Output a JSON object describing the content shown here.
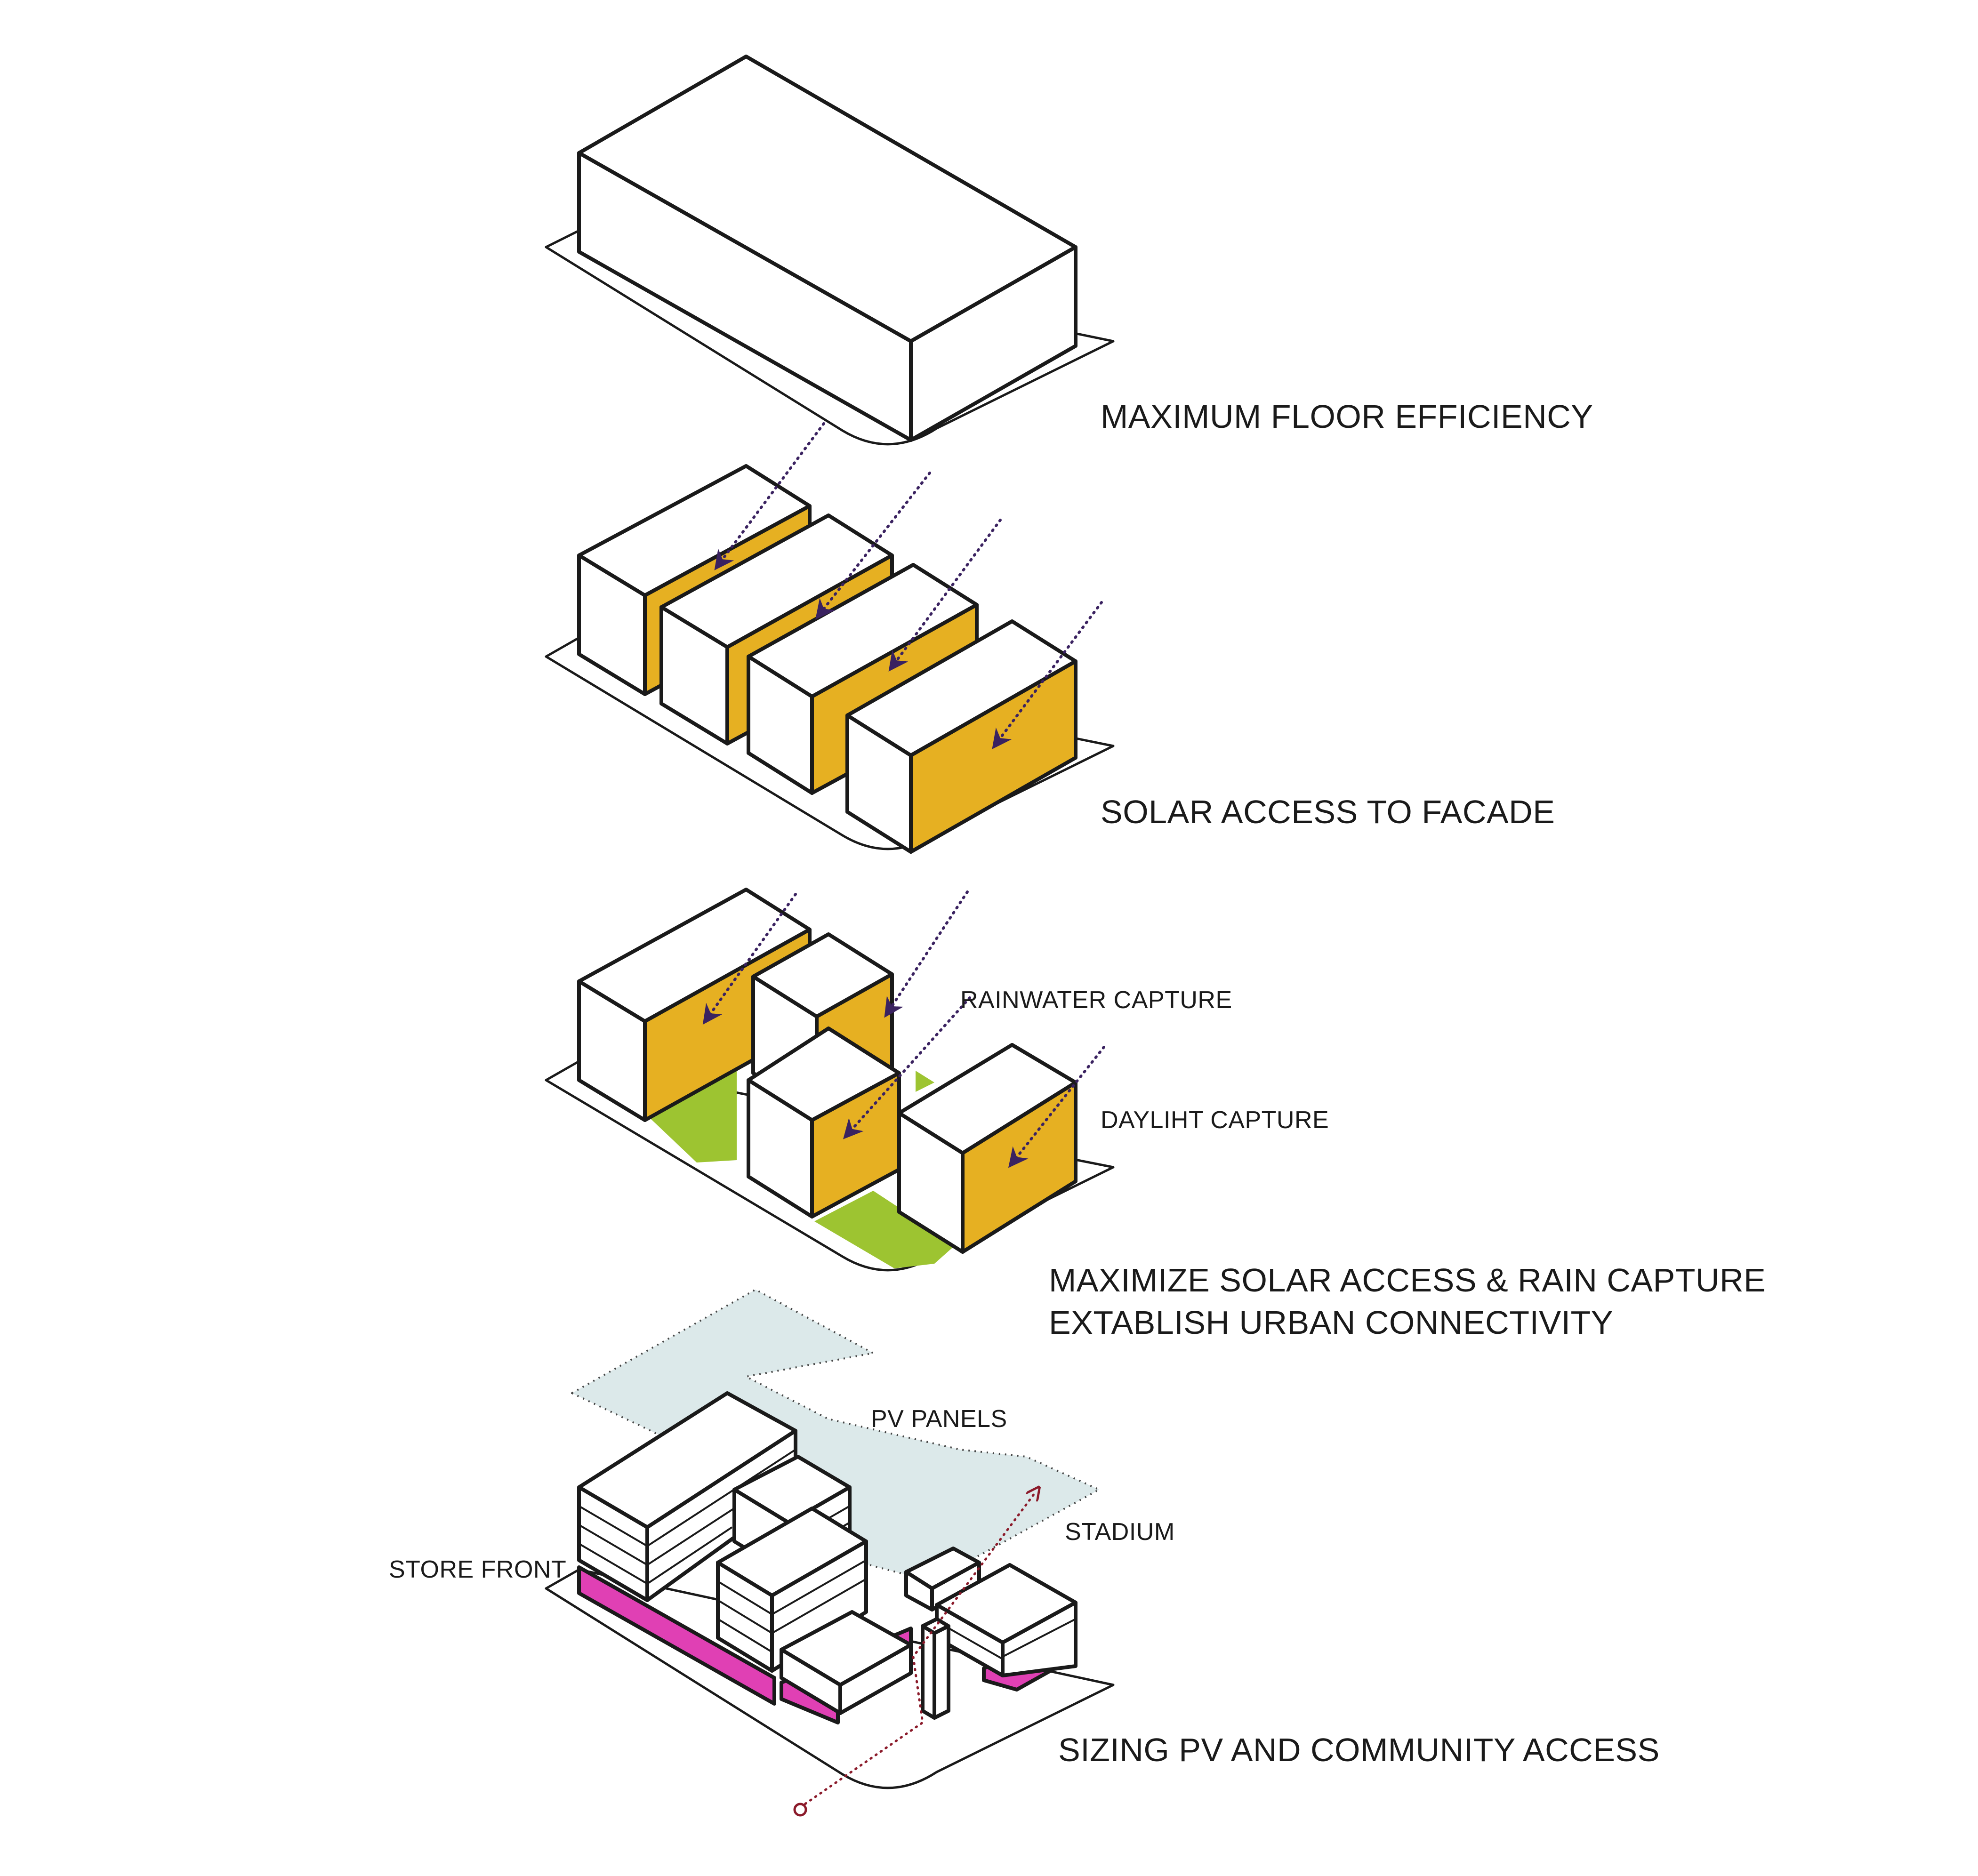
{
  "colors": {
    "outline": "#1a1a1a",
    "facade_solar": "#E6B022",
    "rain_garden": "#9DC431",
    "pv_panels": "#DCE9EA",
    "store_front": "#E040B4",
    "sun_ray": "#3A2260",
    "access_path": "#8B1A2A"
  },
  "steps": [
    {
      "title": "MAXIMUM FLOOR EFFICIENCY"
    },
    {
      "title": "SOLAR ACCESS TO FACADE"
    },
    {
      "title_line1": "MAXIMIZE SOLAR ACCESS & RAIN CAPTURE",
      "title_line2": "EXTABLISH URBAN CONNECTIVITY",
      "callouts": {
        "rainwater": "RAINWATER CAPTURE",
        "daylight": "DAYLIHT  CAPTURE"
      }
    },
    {
      "title": "SIZING PV AND COMMUNITY ACCESS",
      "callouts": {
        "pv": "PV PANELS",
        "stadium": "STADIUM",
        "store_front": "STORE FRONT"
      }
    }
  ]
}
